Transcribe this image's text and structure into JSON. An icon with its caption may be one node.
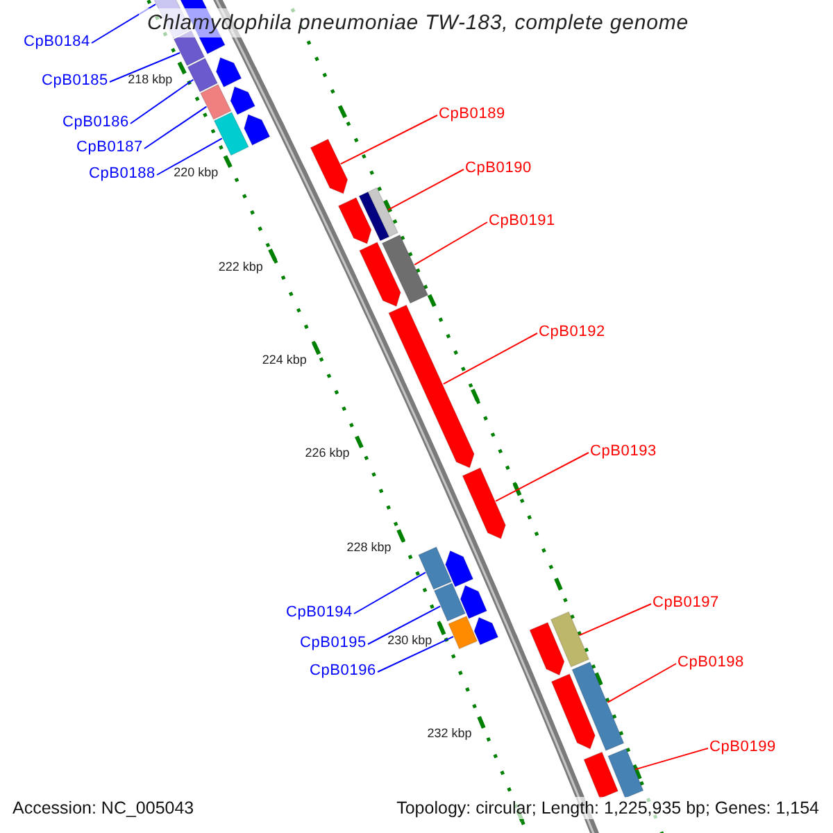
{
  "diagram": {
    "title": "Chlamydophila pneumoniae TW-183, complete genome",
    "nodes": [
      {
        "text": [
          "CpB0184"
        ]
      },
      {
        "text": [
          "CpB0185"
        ]
      },
      {
        "text": [
          "CpB0186"
        ]
      },
      {
        "text": [
          "CpB0187"
        ]
      },
      {
        "text": [
          "CpB0188"
        ]
      },
      {
        "text": [
          "CpB0189"
        ]
      },
      {
        "text": [
          "CpB0190"
        ]
      },
      {
        "text": [
          "CpB0191"
        ]
      },
      {
        "text": [
          "CpB0192"
        ]
      },
      {
        "text": [
          "CpB0193"
        ]
      },
      {
        "text": [
          "CpB0194"
        ]
      },
      {
        "text": [
          "CpB0195"
        ]
      },
      {
        "text": [
          "CpB0196"
        ]
      },
      {
        "text": [
          "CpB0197"
        ]
      },
      {
        "text": [
          "CpB0198"
        ]
      },
      {
        "text": [
          "CpB0199"
        ]
      },
      {
        "text": [],
        "shape": "bar"
      },
      {
        "text": [],
        "shape": "bar"
      },
      {
        "text": [],
        "shape": "bar"
      },
      {
        "text": [],
        "shape": "bar"
      },
      {
        "text": [],
        "shape": "bar"
      },
      {
        "text": [],
        "shape": "bar"
      },
      {
        "text": [],
        "shape": "bar"
      },
      {
        "text": [],
        "shape": "bar"
      },
      {
        "text": [],
        "shape": "bar"
      },
      {
        "text": [],
        "shape": "bar"
      },
      {
        "text": [],
        "shape": "bar"
      },
      {
        "text": [],
        "shape": "bar"
      },
      {
        "text": [],
        "shape": "bar"
      },
      {
        "text": [],
        "shape": "bar"
      },
      {
        "text": [],
        "shape": "bar"
      },
      {
        "text": [],
        "shape": "bar"
      }
    ],
    "edges": [
      {
        "from": 0,
        "to": 16,
        "arrow": "none",
        "color": "#0000ff"
      },
      {
        "from": 1,
        "to": 17,
        "arrow": "none",
        "color": "#0000ff"
      },
      {
        "from": 2,
        "to": 18,
        "arrow": "none",
        "color": "#0000ff"
      },
      {
        "from": 3,
        "to": 19,
        "arrow": "none",
        "color": "#0000ff"
      },
      {
        "from": 4,
        "to": 20,
        "arrow": "none",
        "color": "#0000ff"
      },
      {
        "from": 5,
        "to": 21,
        "arrow": "none",
        "color": "#ff0000"
      },
      {
        "from": 6,
        "to": 22,
        "arrow": "none",
        "color": "#ff0000"
      },
      {
        "from": 7,
        "to": 23,
        "arrow": "none",
        "color": "#ff0000"
      },
      {
        "from": 8,
        "to": 24,
        "arrow": "none",
        "color": "#ff0000"
      },
      {
        "from": 9,
        "to": 25,
        "arrow": "none",
        "color": "#ff0000"
      },
      {
        "from": 10,
        "to": 26,
        "arrow": "none",
        "color": "#0000ff"
      },
      {
        "from": 11,
        "to": 27,
        "arrow": "none",
        "color": "#0000ff"
      },
      {
        "from": 12,
        "to": 28,
        "arrow": "none",
        "color": "#0000ff"
      },
      {
        "from": 13,
        "to": 29,
        "arrow": "none",
        "color": "#ff0000"
      },
      {
        "from": 14,
        "to": 30,
        "arrow": "none",
        "color": "#ff0000"
      },
      {
        "from": 15,
        "to": 31,
        "arrow": "none",
        "color": "#ff0000"
      }
    ],
    "labels": [
      "218 kbp",
      "220 kbp",
      "222 kbp",
      "224 kbp",
      "226 kbp",
      "228 kbp",
      "230 kbp",
      "232 kbp",
      "Accession: NC_005043",
      "Topology: circular; Length: 1,225,935 bp; Genes: 1,154"
    ]
  }
}
